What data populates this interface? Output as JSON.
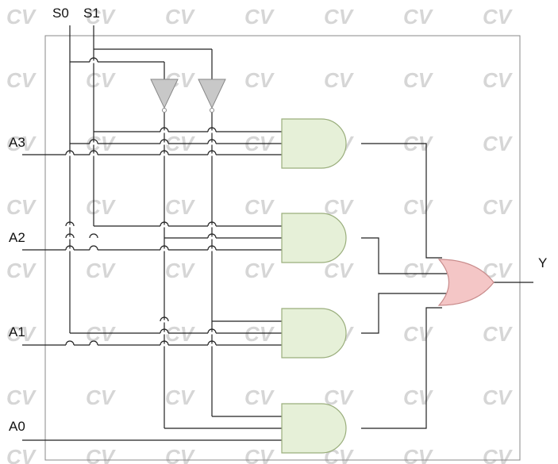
{
  "labels": {
    "s0": "S0",
    "s1": "S1",
    "a3": "A3",
    "a2": "A2",
    "a1": "A1",
    "a0": "A0",
    "y": "Y"
  },
  "watermark": "CV",
  "colors": {
    "and_gate_fill": "#e6f0d8",
    "and_gate_stroke": "#9aae7c",
    "or_gate_fill": "#f4c6c6",
    "or_gate_stroke": "#c98c8c",
    "not_gate_fill": "#c8c8c8",
    "not_gate_stroke": "#888888",
    "wire": "#222222",
    "frame": "#888888"
  }
}
